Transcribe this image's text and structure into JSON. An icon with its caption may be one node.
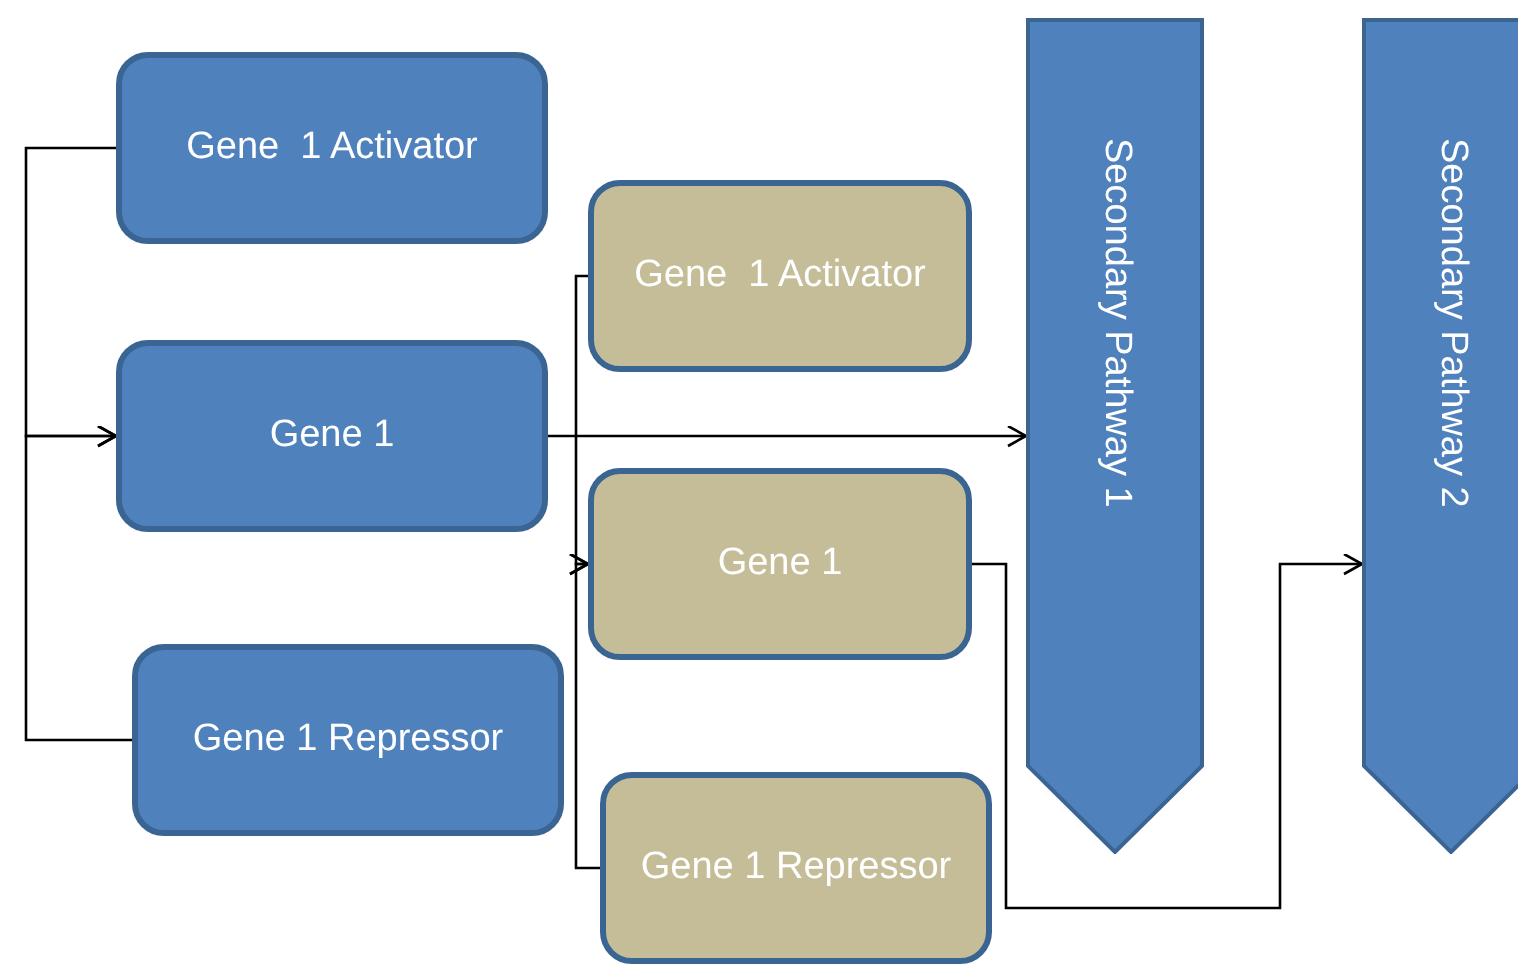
{
  "diagram": {
    "nodes": [
      {
        "text": [
          "Gene  1 Activator"
        ]
      },
      {
        "text": [
          "Gene  1 Activator"
        ]
      },
      {
        "text": [
          "Gene 1"
        ]
      },
      {
        "text": [
          "Gene 1"
        ]
      },
      {
        "text": [
          "Gene 1 Repressor"
        ]
      },
      {
        "text": [
          "Gene 1 Repressor"
        ]
      },
      {
        "text": [
          "Secondary Pathway 1"
        ]
      },
      {
        "text": [
          "Secondary Pathway 2"
        ]
      }
    ],
    "edges": [
      {
        "from": 0,
        "to": 2,
        "arrow": "to"
      },
      {
        "from": 4,
        "to": 2,
        "arrow": "to"
      },
      {
        "from": 1,
        "to": 3,
        "arrow": "to"
      },
      {
        "from": 5,
        "to": 3,
        "arrow": "to"
      },
      {
        "from": 2,
        "to": 6,
        "arrow": "to"
      },
      {
        "from": 3,
        "to": 7,
        "arrow": "to"
      }
    ]
  }
}
